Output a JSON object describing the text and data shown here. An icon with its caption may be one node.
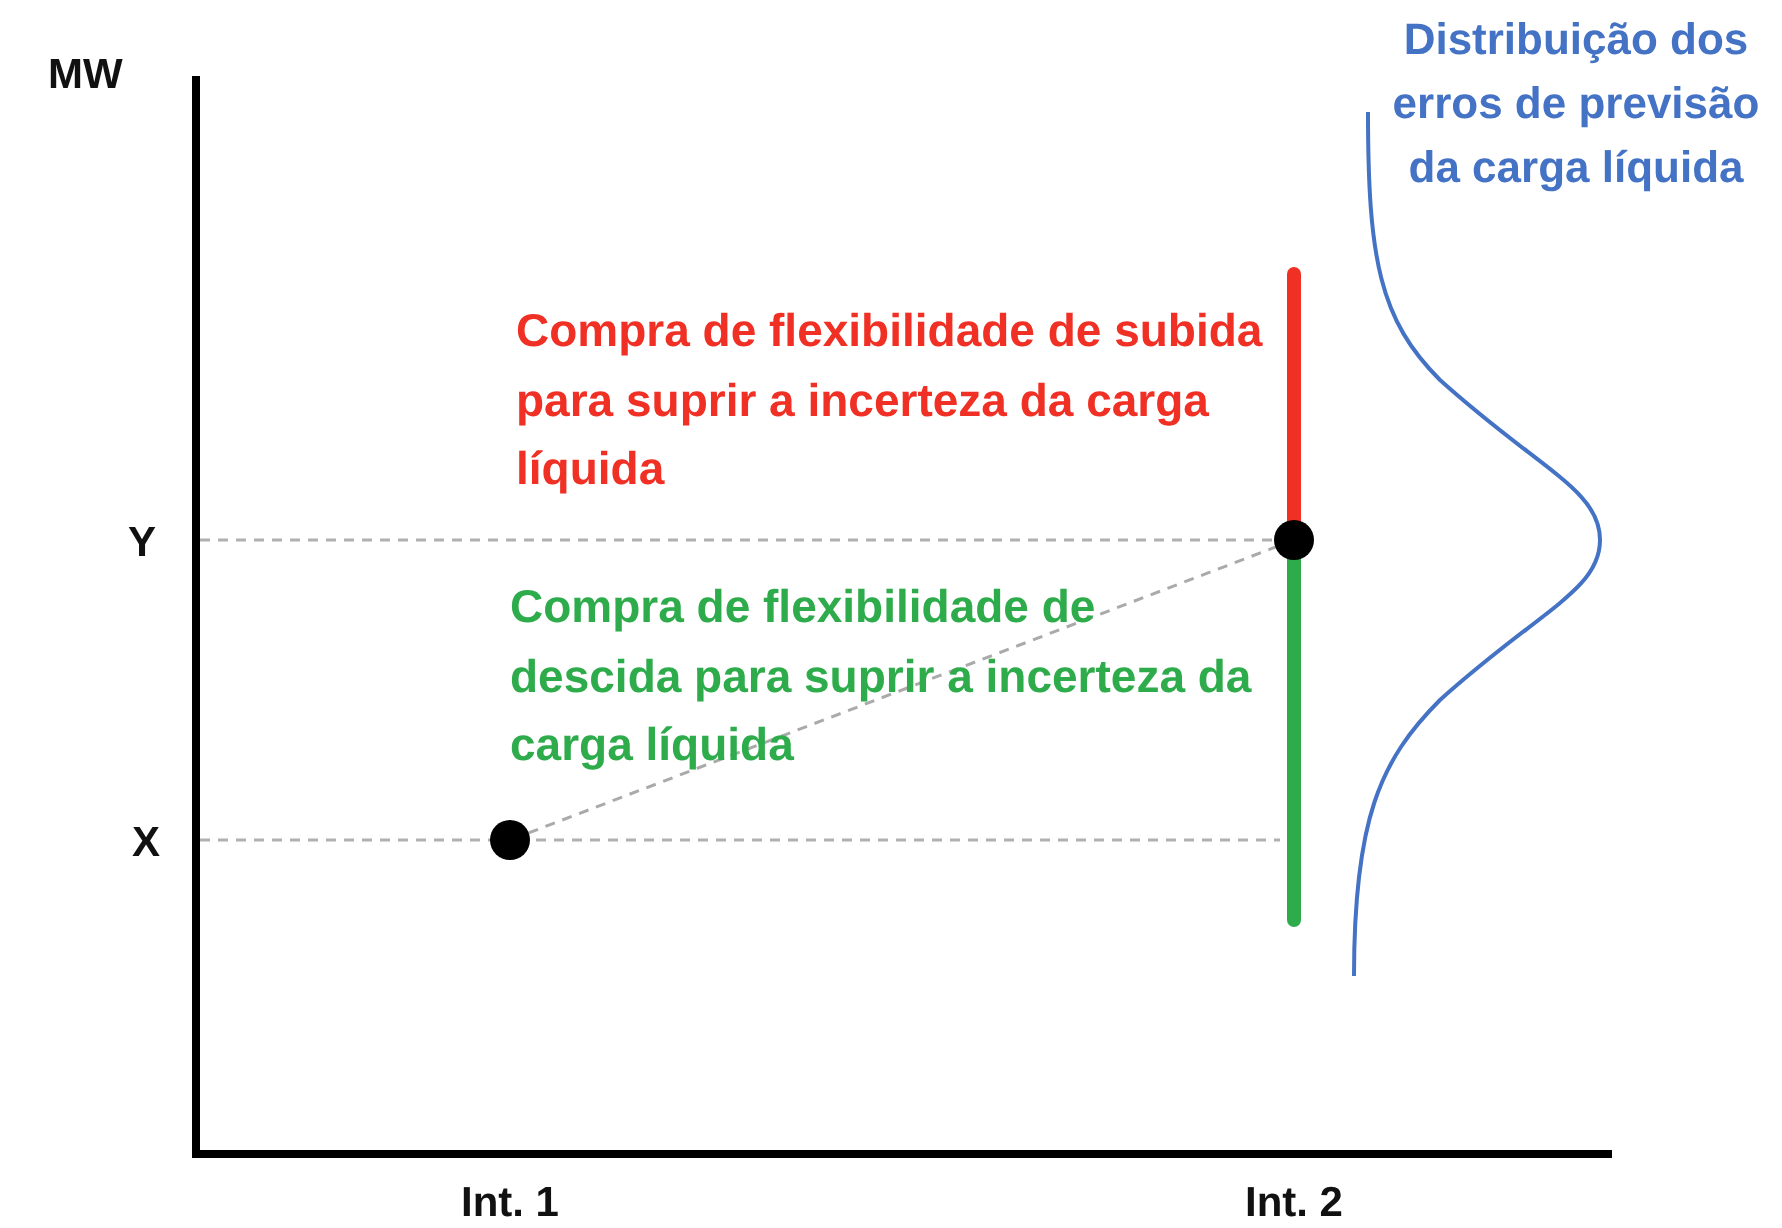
{
  "diagram": {
    "nodes": [
      {
        "text": [],
        "shape": "circle"
      },
      {
        "text": [],
        "shape": "circle"
      }
    ],
    "edges": [
      {
        "from": 0,
        "to": 1,
        "arrow": "none",
        "style": "dashed"
      }
    ],
    "labels": [
      "MW",
      "Distribuição dos erros de previsão da carga líquida",
      "Compra de flexibilidade de subida para suprir a incerteza da carga líquida",
      "Y",
      "Compra de flexibilidade de descida para suprir a incerteza da carga líquida",
      "X",
      "Int. 1",
      "Int. 2"
    ]
  }
}
